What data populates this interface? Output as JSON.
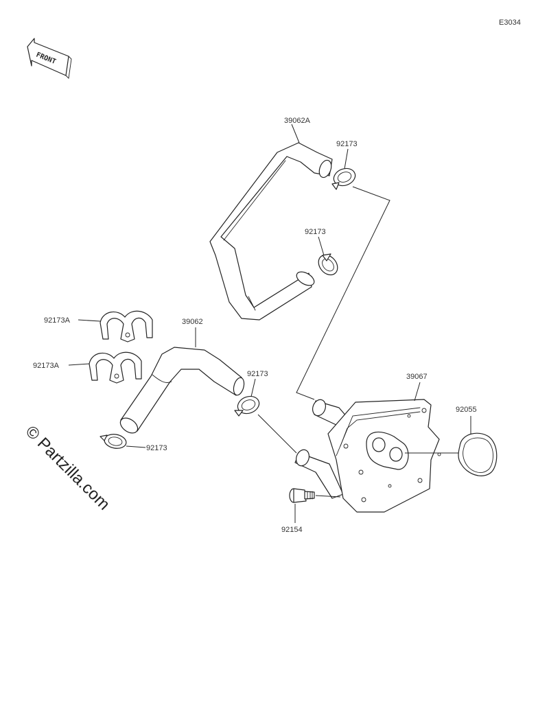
{
  "diagram_code": "E3034",
  "front_label": "FRONT",
  "watermark": "© Partzilla.com",
  "parts": {
    "hose_upper": "39062A",
    "hose_lower": "39062",
    "cooler": "39067",
    "gasket": "92055",
    "bolt": "92154",
    "clamp_upper_a": "92173",
    "clamp_upper_b": "92173",
    "clamp_mid": "92173",
    "clamp_lower": "92173",
    "holder_a": "92173A",
    "holder_b": "92173A"
  },
  "colors": {
    "line": "#222222",
    "background": "#ffffff"
  }
}
